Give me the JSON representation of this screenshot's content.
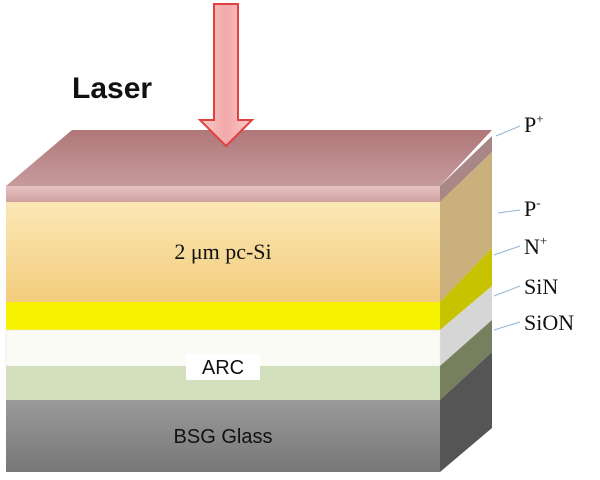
{
  "title": "Laser",
  "layers": [
    {
      "key": "p_plus",
      "label": "P",
      "sup": "+",
      "front": "#dbb1b1",
      "side": "#a98787"
    },
    {
      "key": "p_minus",
      "label": "P",
      "sup": "-",
      "front": "#f6d793",
      "side": "#c8af7a",
      "center_label": "2 μm pc-Si"
    },
    {
      "key": "n_plus",
      "label": "N",
      "sup": "+",
      "front": "#f7f200",
      "side": "#bdb800"
    },
    {
      "key": "sin",
      "label": "SiN",
      "front": "#fbfbf6",
      "side": "#cfcfcf"
    },
    {
      "key": "sion",
      "label": "SiON",
      "front": "#d3e0bd",
      "side": "#707a5e"
    },
    {
      "key": "glass",
      "label": "BSG Glass",
      "front": "#8a8a8a",
      "side": "#5a5a5a"
    }
  ],
  "arc_label": "ARC",
  "top_color": "#b77f83",
  "arrow_color": "#f2b7b7",
  "arrow_stroke": "#e04040"
}
